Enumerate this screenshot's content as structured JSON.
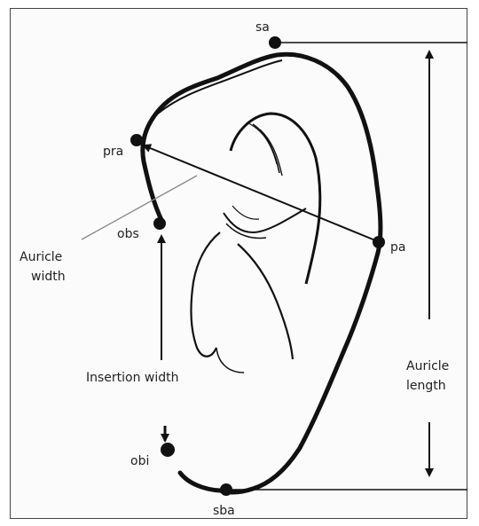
{
  "figure": {
    "landmarks": {
      "sa": "sa",
      "pra": "pra",
      "obs": "obs",
      "pa": "pa",
      "obi": "obi",
      "sba": "sba"
    },
    "measurements": {
      "auricle_width_line1": "Auricle",
      "auricle_width_line2": "width",
      "insertion_width": "Insertion width",
      "auricle_length_line1": "Auricle",
      "auricle_length_line2": "length"
    },
    "colors": {
      "ink": "#111111",
      "text": "#222222",
      "frame": "#444444",
      "pointer": "#888888"
    }
  }
}
